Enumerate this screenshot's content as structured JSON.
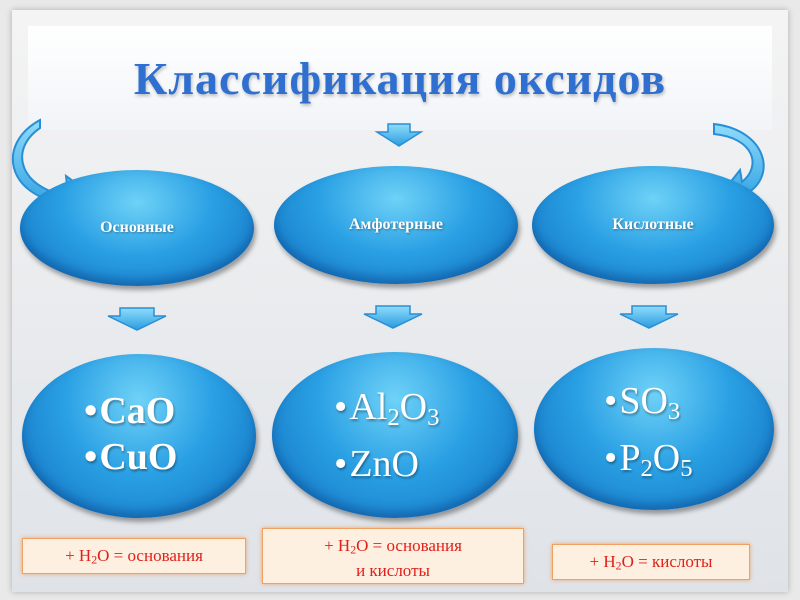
{
  "title": "Классификация оксидов",
  "categories": [
    {
      "label": "Основные"
    },
    {
      "label": "Амфотерные"
    },
    {
      "label": "Кислотные"
    }
  ],
  "examples": {
    "basic": [
      {
        "a": "CaO",
        "s1": "",
        "b": "",
        "s2": ""
      },
      {
        "a": "CuO",
        "s1": "",
        "b": "",
        "s2": ""
      }
    ],
    "amphoteric": [
      {
        "a": "Al",
        "s1": "2",
        "b": "O",
        "s2": "3"
      },
      {
        "a": "ZnO",
        "s1": "",
        "b": "",
        "s2": ""
      }
    ],
    "acidic": [
      {
        "a": "SO",
        "s1": "3",
        "b": "",
        "s2": ""
      },
      {
        "a": "P",
        "s1": "2",
        "b": "O",
        "s2": "5"
      }
    ]
  },
  "notes": {
    "basic": {
      "pre": "+ H",
      "sub": "2",
      "post": "O = основания",
      "line2": ""
    },
    "amphoteric": {
      "pre": "+ H",
      "sub": "2",
      "post": "O = основания",
      "line2": "и кислоты"
    },
    "acidic": {
      "pre": "+ H",
      "sub": "2",
      "post": "O = кислоты",
      "line2": ""
    }
  },
  "colors": {
    "title": "#2f6fd0",
    "ellipse_light": "#6fd2f7",
    "ellipse_dark": "#0f6fbe",
    "arrow": "#3aaee8",
    "note_text": "#e0201a",
    "note_border": "#f0a060"
  }
}
